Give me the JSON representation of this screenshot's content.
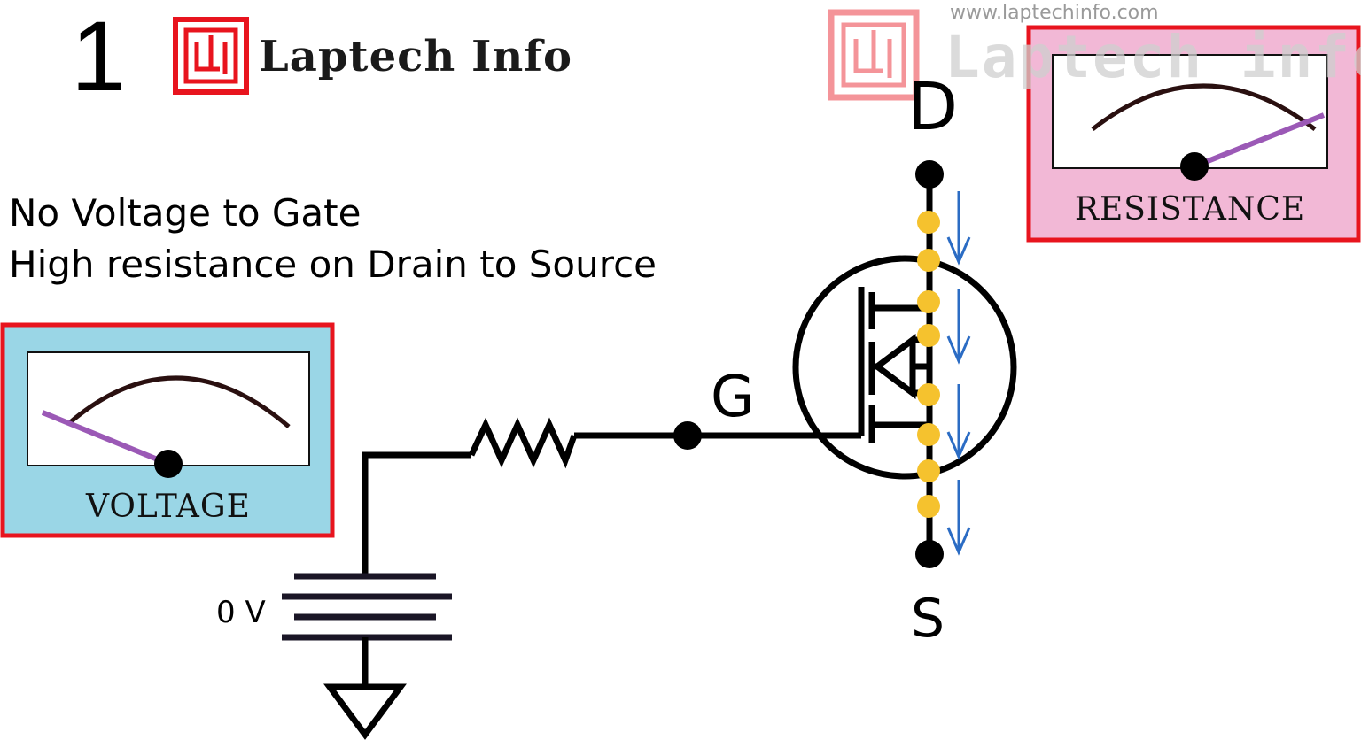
{
  "step_number": "1",
  "brand": {
    "name": "Laptech Info"
  },
  "watermark": {
    "url": "www.laptechinfo.com",
    "text": "Laptech info"
  },
  "caption": {
    "line1": "No Voltage to Gate",
    "line2": "High resistance on Drain to Source"
  },
  "meters": {
    "voltage": {
      "label": "VOLTAGE",
      "background": "#9ad6e6",
      "needle_color": "#9b59b6",
      "reading_fraction": 0.0
    },
    "resistance": {
      "label": "RESISTANCE",
      "background": "#f2b8d6",
      "needle_color": "#9b59b6",
      "reading_fraction": 1.0
    }
  },
  "circuit": {
    "drain_label": "D",
    "source_label": "S",
    "gate_label": "G",
    "supply_label": "0 V",
    "electron_color": "#f5c22e",
    "current_arrow_color": "#2b6cc4",
    "border_color": "#e8141e"
  }
}
